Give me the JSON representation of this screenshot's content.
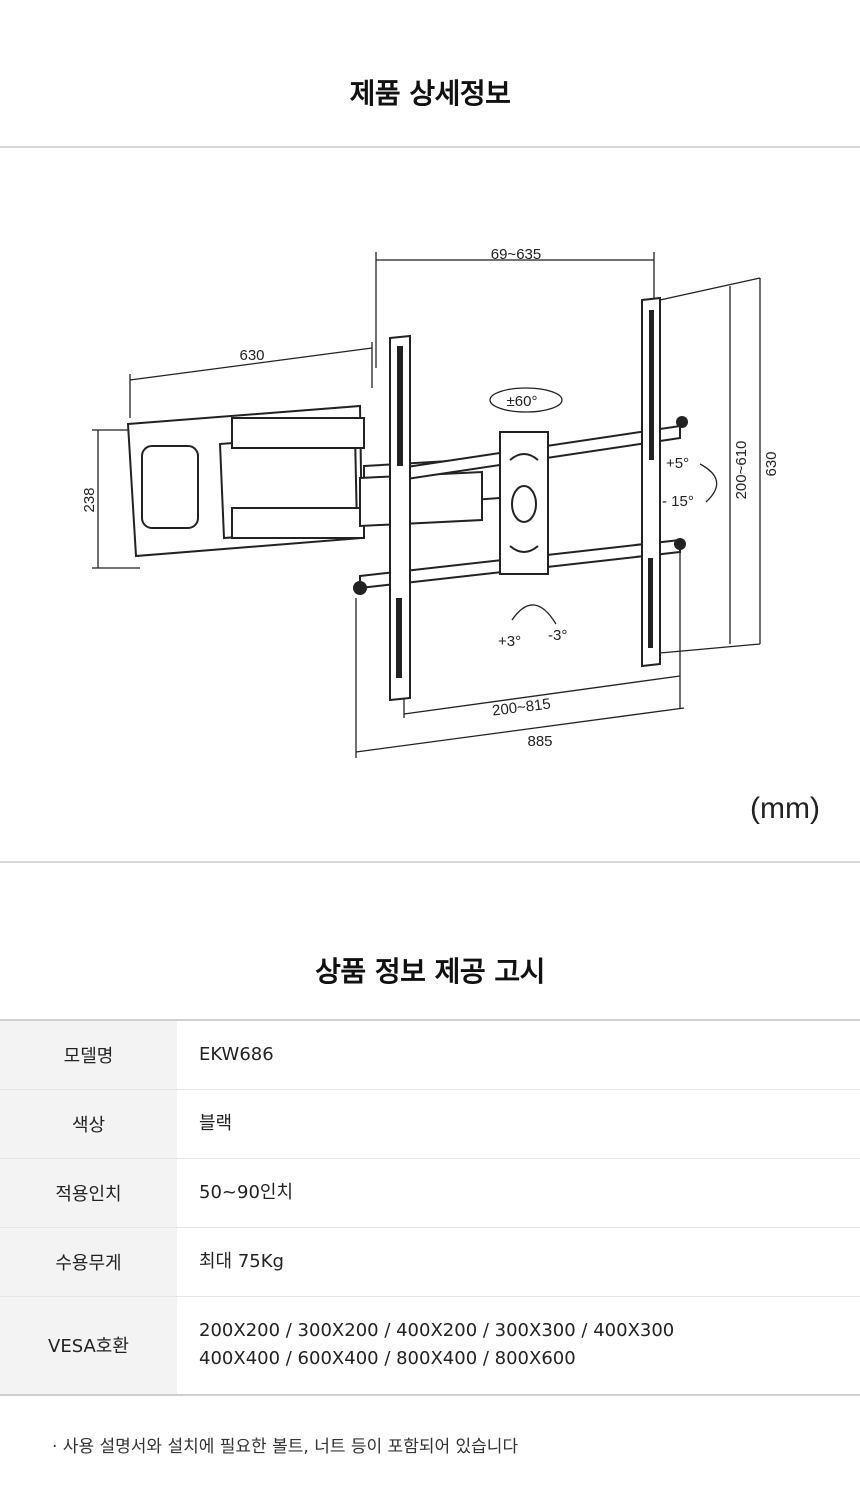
{
  "page_title": "제품 상세정보",
  "diagram": {
    "dims": {
      "arm_extension": "69~635",
      "plate_width": "630",
      "plate_height": "238",
      "vertical_range": "200~610",
      "total_height": "630",
      "horizontal_range": "200~815",
      "total_width": "885",
      "swivel": "±60°",
      "tilt_up": "+5°",
      "tilt_down": "- 15°",
      "level_plus": "+3°",
      "level_minus": "-3°"
    },
    "unit": "(mm)"
  },
  "notice": {
    "title": "상품 정보 제공 고시",
    "rows": [
      {
        "label": "모델명",
        "value": "EKW686"
      },
      {
        "label": "색상",
        "value": "블랙"
      },
      {
        "label": "적용인치",
        "value": "50~90인치"
      },
      {
        "label": "수용무게",
        "value": "최대 75Kg"
      },
      {
        "label": "VESA호환",
        "value": "200X200 / 300X200 / 400X200 / 300X300 / 400X300",
        "value2": "400X400 / 600X400 / 800X400 / 800X600"
      }
    ],
    "footnote": "· 사용 설명서와 설치에 필요한 볼트, 너트 등이 포함되어 있습니다"
  }
}
